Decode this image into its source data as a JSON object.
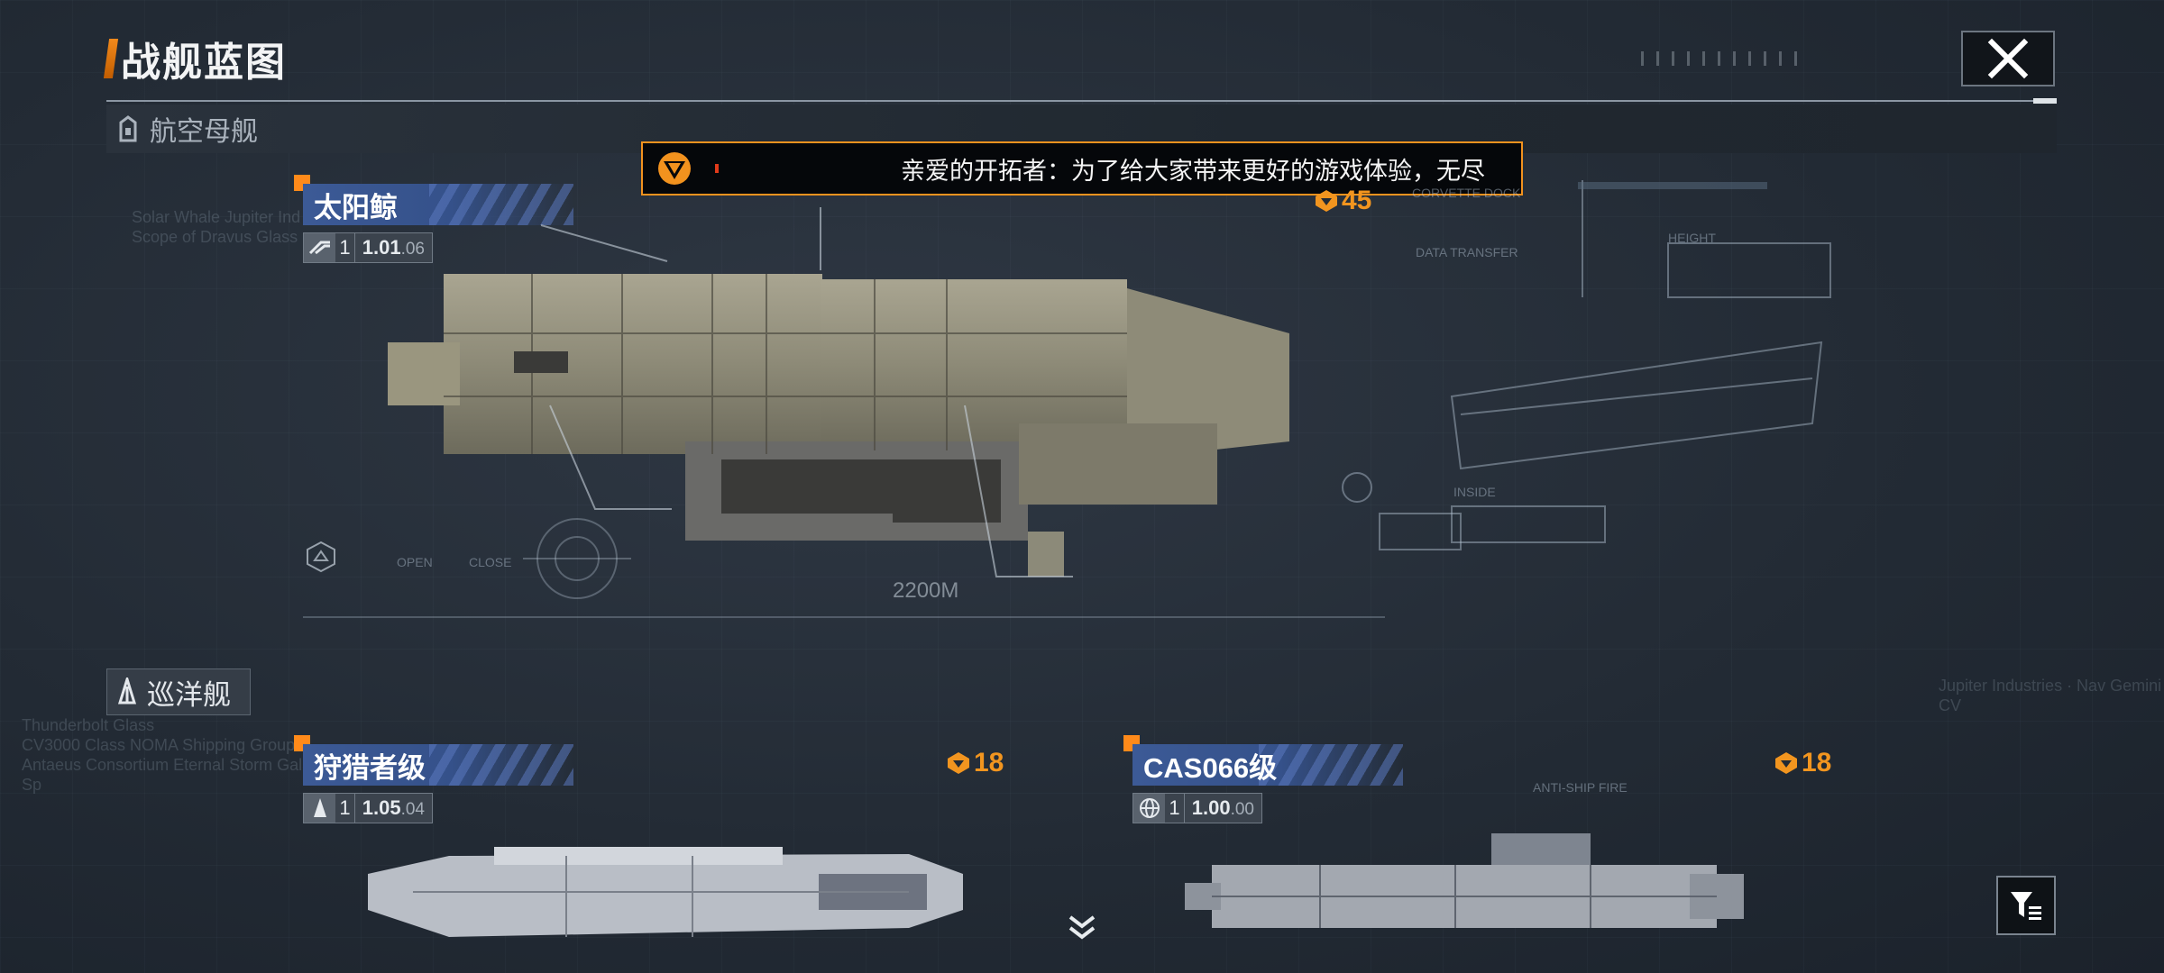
{
  "header": {
    "title": "战舰蓝图"
  },
  "category_carrier": {
    "label": "航空母舰",
    "icon": "building-icon"
  },
  "category_cruiser": {
    "label": "巡洋舰",
    "icon": "cruiser-icon"
  },
  "announcement": {
    "text": "亲爱的开拓者：为了给大家带来更好的游戏体验，无尽"
  },
  "ships": [
    {
      "name": "太阳鲸",
      "tier": "1",
      "ver_main": "1.01",
      "ver_sub": "06",
      "cost": "45"
    },
    {
      "name": "狩猎者级",
      "tier": "1",
      "ver_main": "1.05",
      "ver_sub": "04",
      "cost": "18"
    },
    {
      "name": "CAS066级",
      "tier": "1",
      "ver_main": "1.00",
      "ver_sub": "00",
      "cost": "18"
    }
  ],
  "blueprint": {
    "scale": "2200M",
    "inside": "INSIDE",
    "data_transfer": "DATA TRANSFER",
    "corvette_dock": "CORVETTE DOCK",
    "anti_ship_fire": "ANTI-SHIP FIRE",
    "height": "HEIGHT",
    "open": "OPEN",
    "close": "CLOSE"
  },
  "background_text": {
    "carrier": [
      "Solar Whale Jupiter Ind",
      "Scope of Dravus Glass"
    ],
    "cruiser": [
      "Thunderbolt Glass",
      "CV3000 Class NOMA Shipping Group A",
      "Antaeus Consortium Eternal Storm Gala",
      "Sp"
    ],
    "right": [
      "Jupiter Industries · Nav Gemini",
      "CV"
    ]
  },
  "colors": {
    "accent": "#f2921e",
    "name_band": "#3c5a96",
    "cost": "#f2951f"
  }
}
